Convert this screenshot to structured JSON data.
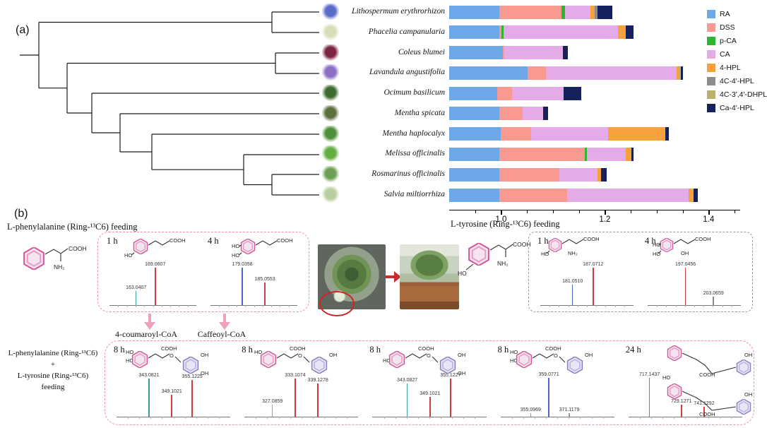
{
  "panel_a": {
    "label": "(a)",
    "thumbs": [
      "#5b6cc8",
      "#d8ddb9",
      "#7c2540",
      "#8a6fc4",
      "#3f6b30",
      "#5d7040",
      "#4f8f3a",
      "#63ae41",
      "#6f9f52",
      "#b7cf9e"
    ]
  },
  "chart_data": {
    "type": "bar",
    "orientation": "horizontal",
    "stacked": true,
    "baseline": 0.9,
    "xlim": [
      0.9,
      1.45
    ],
    "grid": false,
    "legend_position": "top-right",
    "categories": [
      "Lithospermum erythrorhizon",
      "Phacelia campanularia",
      "Coleus blumei",
      "Lavandula angustifolia",
      "Ocimum basilicum",
      "Mentha spicata",
      "Mentha haplocalyx",
      "Melissa officinalis",
      "Rosmarinus officinalis",
      "Salvia miltiorrhiza"
    ],
    "series": [
      {
        "name": "RA",
        "color": "#6fa8e8",
        "values": [
          0.096,
          0.096,
          0.104,
          0.151,
          0.093,
          0.096,
          0.099,
          0.096,
          0.096,
          0.096
        ]
      },
      {
        "name": "DSS",
        "color": "#f89a90",
        "values": [
          0.121,
          0.005,
          0.002,
          0.035,
          0.028,
          0.045,
          0.059,
          0.165,
          0.117,
          0.131
        ]
      },
      {
        "name": "p-CA",
        "color": "#2fb52f",
        "values": [
          0.006,
          0.004,
          0,
          0,
          0,
          0,
          0,
          0.004,
          0,
          0
        ]
      },
      {
        "name": "CA",
        "color": "#e5aae8",
        "values": [
          0.049,
          0.22,
          0.113,
          0.252,
          0.099,
          0.04,
          0.148,
          0.076,
          0.073,
          0.234
        ]
      },
      {
        "name": "4-HPL",
        "color": "#f6a23c",
        "values": [
          0.008,
          0.015,
          0,
          0.004,
          0,
          0,
          0.11,
          0.01,
          0.007,
          0.01
        ]
      },
      {
        "name": "4C-4'-HPL",
        "color": "#8c8c8c",
        "values": [
          0.006,
          0,
          0,
          0,
          0,
          0,
          0,
          0,
          0,
          0
        ]
      },
      {
        "name": "4C-3',4'-DHPL",
        "color": "#b8b26e",
        "values": [
          0,
          0,
          0,
          0.004,
          0,
          0,
          0,
          0,
          0,
          0
        ]
      },
      {
        "name": "Ca-4'-HPL",
        "color": "#16215c",
        "values": [
          0.028,
          0.015,
          0.01,
          0.004,
          0.034,
          0.009,
          0.008,
          0.004,
          0.01,
          0.008
        ]
      }
    ],
    "ticks": [
      {
        "v": 0.95
      },
      {
        "v": 1.0,
        "label": "1.0"
      },
      {
        "v": 1.05
      },
      {
        "v": 1.1
      },
      {
        "v": 1.15
      },
      {
        "v": 1.2,
        "label": "1.2"
      },
      {
        "v": 1.25
      },
      {
        "v": 1.3
      },
      {
        "v": 1.35
      },
      {
        "v": 1.4,
        "label": "1.4"
      },
      {
        "v": 1.45
      }
    ]
  },
  "panel_b": {
    "label": "(b)",
    "phe_feeding_label": "L-phenylalanine (Ring-¹³C6) feeding",
    "tyr_feeding_label": "L-tyrosine (Ring-¹³C6) feeding",
    "dual_feeding_lines": [
      "L-phenylalanine (Ring-¹³C6)",
      "+",
      "L-tyrosine (Ring-¹³C6)",
      "feeding"
    ],
    "coa_labels": [
      "4-coumaroyl-CoA",
      "Caffeoyl-CoA"
    ],
    "phe_box": {
      "spectra": [
        {
          "time": "1 h",
          "peaks": [
            {
              "mz": "163.0407",
              "x": 0.3,
              "h": 0.36,
              "color": "#3e9a9a"
            },
            {
              "mz": "169.0607",
              "x": 0.52,
              "h": 0.95,
              "color": "#d23c3c"
            }
          ]
        },
        {
          "time": "4 h",
          "peaks": [
            {
              "mz": "179.0358",
              "x": 0.36,
              "h": 0.95,
              "color": "#4a68c8"
            },
            {
              "mz": "185.0553",
              "x": 0.62,
              "h": 0.58,
              "color": "#d23c3c"
            }
          ]
        }
      ]
    },
    "tyr_box": {
      "spectra": [
        {
          "time": "1 h",
          "peaks": [
            {
              "mz": "181.0510",
              "x": 0.34,
              "h": 0.52,
              "color": "#4a68c8"
            },
            {
              "mz": "187.0712",
              "x": 0.56,
              "h": 0.95,
              "color": "#d23c3c"
            }
          ]
        },
        {
          "time": "4 h",
          "peaks": [
            {
              "mz": "197.0456",
              "x": 0.4,
              "h": 0.95,
              "color": "#d23c3c"
            },
            {
              "mz": "203.0659",
              "x": 0.7,
              "h": 0.22,
              "color": "#8a8a8a"
            }
          ]
        }
      ]
    },
    "dual_box": {
      "spectra": [
        {
          "time": "8 h",
          "peaks": [
            {
              "mz": "343.0821",
              "x": 0.28,
              "h": 0.9,
              "color": "#3e9a9a"
            },
            {
              "mz": "349.1021",
              "x": 0.48,
              "h": 0.52,
              "color": "#d23c3c"
            },
            {
              "mz": "355.1225",
              "x": 0.66,
              "h": 0.86,
              "color": "#d23c3c"
            }
          ]
        },
        {
          "time": "8 h",
          "peaks": [
            {
              "mz": "327.0859",
              "x": 0.24,
              "h": 0.28,
              "color": "#8aa0c8"
            },
            {
              "mz": "333.1074",
              "x": 0.44,
              "h": 0.9,
              "color": "#d23c3c"
            },
            {
              "mz": "339.1278",
              "x": 0.64,
              "h": 0.78,
              "color": "#d23c3c"
            }
          ]
        },
        {
          "time": "8 h",
          "peaks": [
            {
              "mz": "343.0827",
              "x": 0.3,
              "h": 0.78,
              "color": "#3e9a9a"
            },
            {
              "mz": "349.1021",
              "x": 0.5,
              "h": 0.46,
              "color": "#d23c3c"
            },
            {
              "mz": "355.1227",
              "x": 0.68,
              "h": 0.9,
              "color": "#d23c3c"
            }
          ]
        },
        {
          "time": "8 h",
          "peaks": [
            {
              "mz": "355.0969",
              "x": 0.26,
              "h": 0.08,
              "color": "#999999"
            },
            {
              "mz": "359.0771",
              "x": 0.42,
              "h": 0.92,
              "color": "#4a68c8"
            },
            {
              "mz": "371.1179",
              "x": 0.6,
              "h": 0.08,
              "color": "#999999"
            }
          ]
        },
        {
          "time": "24 h",
          "peaks": [
            {
              "mz": "717.1437",
              "x": 0.18,
              "h": 0.92,
              "color": "#3e9a9a"
            },
            {
              "mz": "729.1271",
              "x": 0.46,
              "h": 0.28,
              "color": "#d23c3c"
            },
            {
              "mz": "741.1292",
              "x": 0.66,
              "h": 0.24,
              "color": "#d23c3c"
            }
          ]
        }
      ]
    }
  },
  "mol": {
    "cooh": "COOH",
    "nh2": "NH₂",
    "ho": "HO",
    "oh": "OH",
    "o": "O"
  }
}
